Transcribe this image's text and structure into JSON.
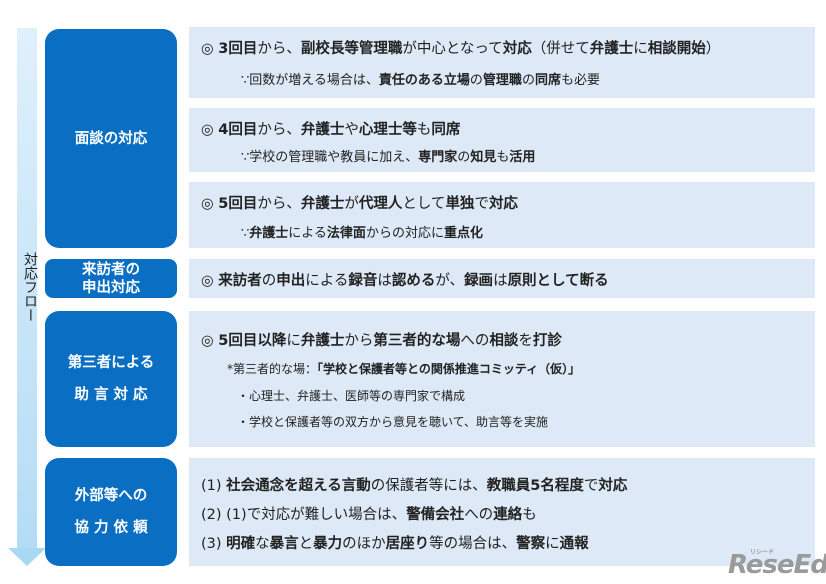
{
  "flow_label": "対応フロー",
  "categories": [
    {
      "label": "面談の対応"
    },
    {
      "label": "来訪者の\n申出対応"
    },
    {
      "label": "第三者による\n\n助 言 対 応"
    },
    {
      "label": "外部等への\n\n協 力 依 頼"
    }
  ],
  "boxes": [
    {
      "lines": [
        {
          "cls": "main",
          "segs": [
            [
              "◎ ",
              0
            ],
            [
              "3回目",
              1
            ],
            [
              "から、",
              0
            ],
            [
              "副校長等管理職",
              1
            ],
            [
              "が中心となって",
              0
            ],
            [
              "対応",
              1
            ],
            [
              "（併せて",
              0
            ],
            [
              "弁護士",
              1
            ],
            [
              "に",
              0
            ],
            [
              "相談開始",
              1
            ],
            [
              "）",
              0
            ]
          ]
        },
        {
          "cls": "sub",
          "indent": 40,
          "segs": [
            [
              "∵回数が増える場合は、",
              0
            ],
            [
              "責任のある立場",
              1
            ],
            [
              "の",
              0
            ],
            [
              "管理職",
              1
            ],
            [
              "の",
              0
            ],
            [
              "同席",
              1
            ],
            [
              "も必要",
              0
            ]
          ]
        }
      ]
    },
    {
      "lines": [
        {
          "cls": "main",
          "segs": [
            [
              "◎ ",
              0
            ],
            [
              "4回目",
              1
            ],
            [
              "から、",
              0
            ],
            [
              "弁護士",
              1
            ],
            [
              "や",
              0
            ],
            [
              "心理士等",
              1
            ],
            [
              "も",
              0
            ],
            [
              "同席",
              1
            ]
          ]
        },
        {
          "cls": "sub",
          "indent": 40,
          "segs": [
            [
              "∵学校の管理職や教員に加え、",
              0
            ],
            [
              "専門家",
              1
            ],
            [
              "の",
              0
            ],
            [
              "知見",
              1
            ],
            [
              "も",
              0
            ],
            [
              "活用",
              1
            ]
          ]
        }
      ]
    },
    {
      "lines": [
        {
          "cls": "main",
          "segs": [
            [
              "◎ ",
              0
            ],
            [
              "5回目",
              1
            ],
            [
              "から、",
              0
            ],
            [
              "弁護士",
              1
            ],
            [
              "が",
              0
            ],
            [
              "代理人",
              1
            ],
            [
              "として",
              0
            ],
            [
              "単独",
              1
            ],
            [
              "で",
              0
            ],
            [
              "対応",
              1
            ]
          ]
        },
        {
          "cls": "sub",
          "indent": 40,
          "segs": [
            [
              "∵",
              0
            ],
            [
              "弁護士",
              1
            ],
            [
              "による",
              0
            ],
            [
              "法律面",
              1
            ],
            [
              "からの対応に",
              0
            ],
            [
              "重点化",
              1
            ]
          ]
        }
      ]
    },
    {
      "lines": [
        {
          "cls": "main",
          "segs": [
            [
              "◎ ",
              0
            ],
            [
              "来訪者",
              1
            ],
            [
              "の",
              0
            ],
            [
              "申出",
              1
            ],
            [
              "による",
              0
            ],
            [
              "録音",
              1
            ],
            [
              "は",
              0
            ],
            [
              "認める",
              1
            ],
            [
              "が、",
              0
            ],
            [
              "録画",
              1
            ],
            [
              "は",
              0
            ],
            [
              "原則として断る",
              1
            ]
          ]
        }
      ]
    },
    {
      "lines": [
        {
          "cls": "main",
          "segs": [
            [
              "◎ ",
              0
            ],
            [
              "5回目以降",
              1
            ],
            [
              "に",
              0
            ],
            [
              "弁護士",
              1
            ],
            [
              "から",
              0
            ],
            [
              "第三者的な場",
              1
            ],
            [
              "への",
              0
            ],
            [
              "相談",
              1
            ],
            [
              "を",
              0
            ],
            [
              "打診",
              1
            ]
          ]
        },
        {
          "cls": "small",
          "indent": 26,
          "segs": [
            [
              "*第三者的な場：",
              0
            ],
            [
              "「学校と保護者等との関係推進コミッティ（仮）」",
              1
            ]
          ]
        },
        {
          "cls": "small",
          "indent": 36,
          "segs": [
            [
              "・心理士、弁護士、医師等の専門家で構成",
              0
            ]
          ]
        },
        {
          "cls": "small",
          "indent": 36,
          "segs": [
            [
              "・学校と保護者等の双方から意見を聴いて、助言等を実施",
              0
            ]
          ]
        }
      ]
    },
    {
      "lines": [
        {
          "cls": "main",
          "segs": [
            [
              "(1) ",
              0
            ],
            [
              "社会通念を超える言動",
              1
            ],
            [
              "の保護者等には、",
              0
            ],
            [
              "教職員5名程度",
              1
            ],
            [
              "で",
              0
            ],
            [
              "対応",
              1
            ]
          ]
        },
        {
          "cls": "main",
          "segs": [
            [
              "(2) (1)で対応が難しい場合は、",
              0
            ],
            [
              "警備会社",
              1
            ],
            [
              "への",
              0
            ],
            [
              "連絡",
              1
            ],
            [
              "も",
              0
            ]
          ]
        },
        {
          "cls": "main",
          "segs": [
            [
              "(3) ",
              0
            ],
            [
              "明確",
              1
            ],
            [
              "な",
              0
            ],
            [
              "暴言",
              1
            ],
            [
              "と",
              0
            ],
            [
              "暴力",
              1
            ],
            [
              "のほか",
              0
            ],
            [
              "居座り",
              1
            ],
            [
              "等の場合は、",
              0
            ],
            [
              "警察",
              1
            ],
            [
              "に",
              0
            ],
            [
              "通報",
              1
            ]
          ]
        }
      ]
    }
  ],
  "watermark": {
    "text": "ReseEd",
    "ruby": "リシード"
  }
}
